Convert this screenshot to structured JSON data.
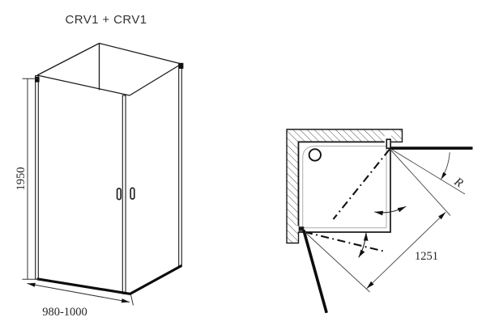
{
  "title": "CRV1 + CRV1",
  "views": {
    "isometric": {
      "description": "corner shower enclosure, isometric view",
      "height_dimension": "1950",
      "width_dimension": "980-1000"
    },
    "plan": {
      "description": "plan view with two pivot doors, swing arcs and walls",
      "diagonal_dimension": "1251",
      "radius_label": "R"
    }
  },
  "colors": {
    "line": "#1a1a1a",
    "thick_door_line": "#0d0d0d",
    "thin_line": "#4d4d4d",
    "tray_rim": "#b5b5b5",
    "text": "#2b2b2b",
    "background": "#ffffff"
  }
}
